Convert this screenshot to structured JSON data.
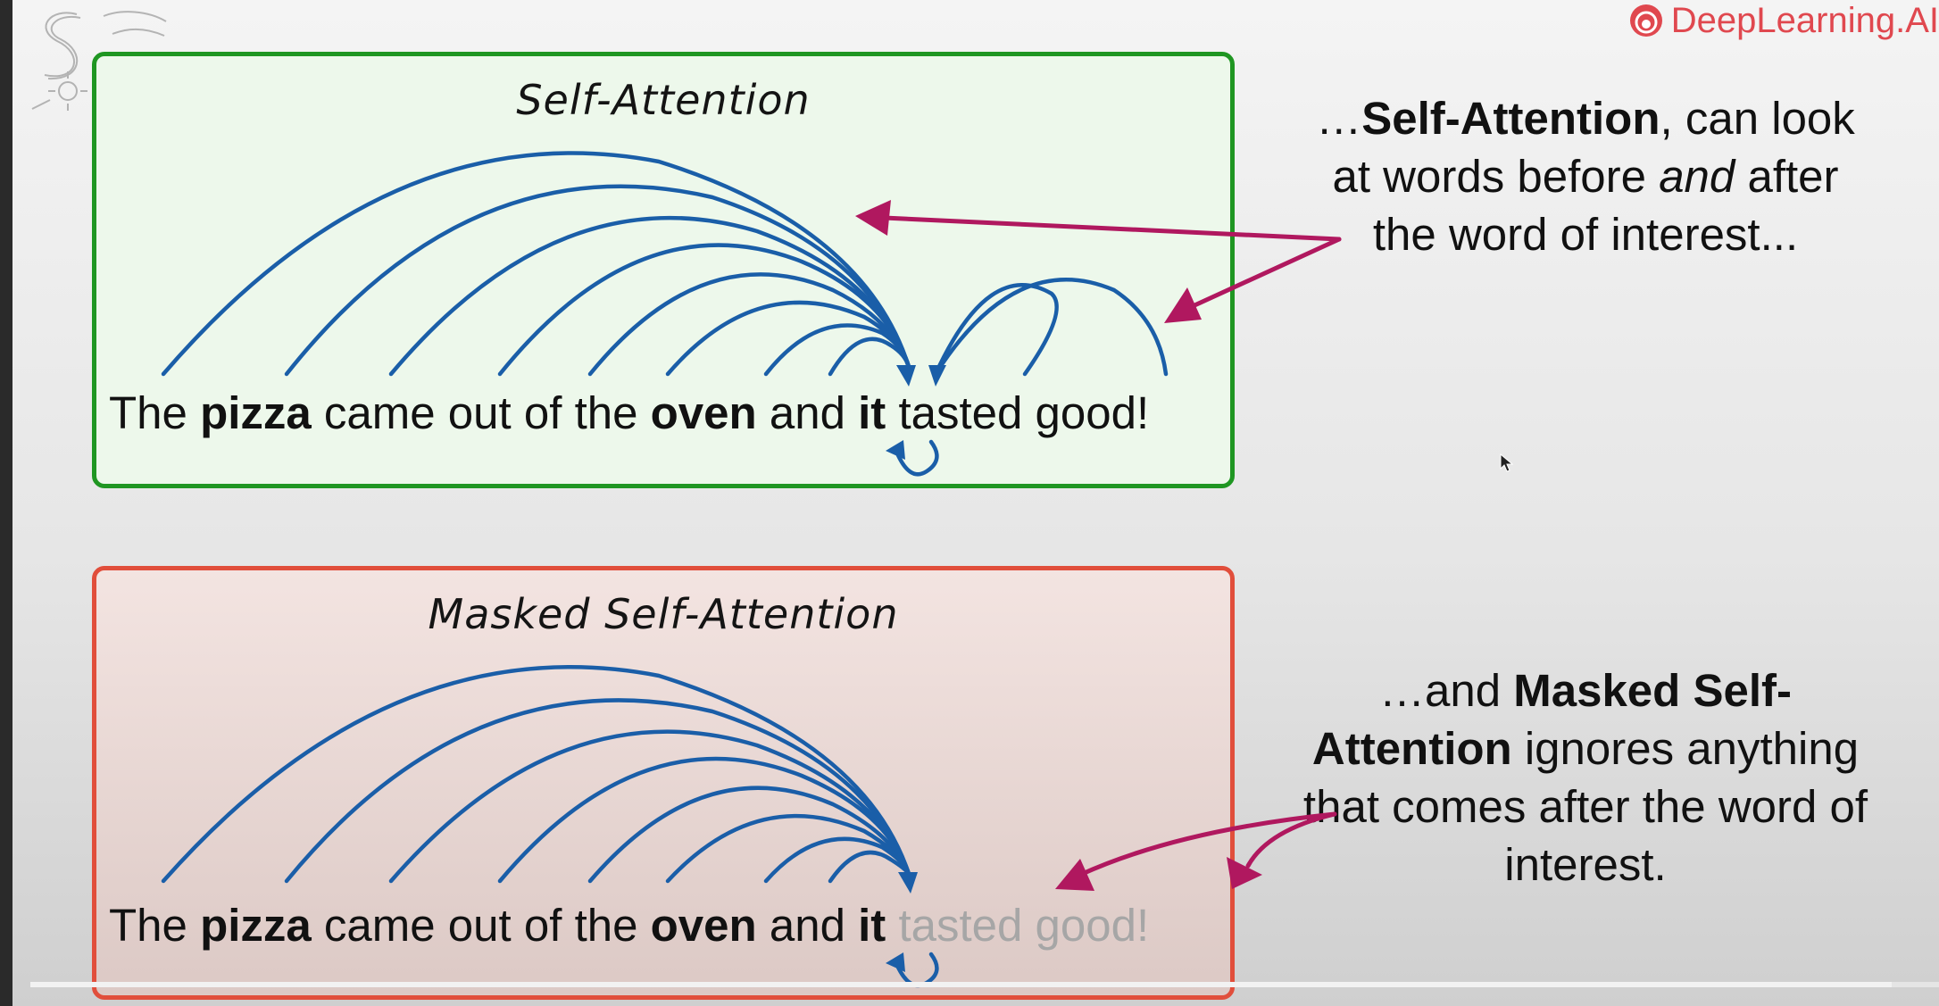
{
  "brand": {
    "name": "DeepLearning.AI",
    "color": "#e0484f",
    "icon": "deeplearning-swirl-icon"
  },
  "logo": {
    "icon": "statquest-logo-icon"
  },
  "panels": {
    "self_attention": {
      "title": "Self-Attention",
      "border_color": "#1f9622",
      "sentence": [
        "The ",
        "pizza",
        " came out of the ",
        "oven",
        " and ",
        "it",
        " tasted good!"
      ]
    },
    "masked_self_attention": {
      "title": "Masked Self-Attention",
      "border_color": "#e14e3b",
      "sentence": [
        "The ",
        "pizza",
        " came out of the ",
        "oven",
        " and ",
        "it",
        " tasted good!"
      ]
    }
  },
  "notes": {
    "top": [
      "…",
      "Self-Attention",
      ", can look at words before ",
      "and",
      " after the word of interest..."
    ],
    "bottom": [
      "…and ",
      "Masked Self-Attention",
      " ignores anything that comes after the word of interest."
    ]
  },
  "colors": {
    "arc": "#1a5ea8",
    "arrow": "#b0185f"
  },
  "player": {
    "progress": 0.975
  }
}
